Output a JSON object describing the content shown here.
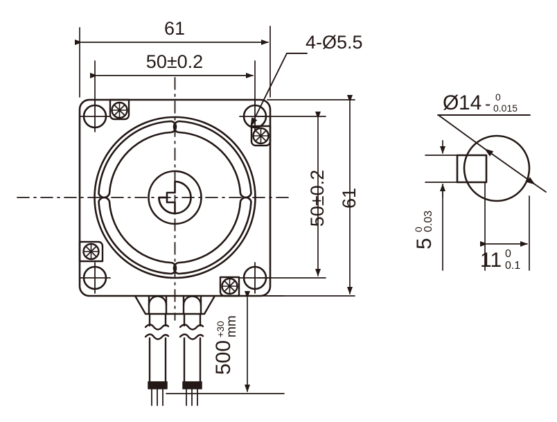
{
  "drawing": {
    "type": "engineering-dimension-drawing",
    "subject": "NEMA 24 stepper motor front view with shaft detail",
    "units": "mm"
  },
  "front_view": {
    "width_dimension": "61",
    "bolt_circle_horizontal": "50±0.2",
    "height_dimension": "61",
    "bolt_circle_vertical": "50±0.2",
    "hole_callout": "4-Ø5.5",
    "lead_length_value": "500",
    "lead_length_tolerance": "+30",
    "lead_length_unit": "mm"
  },
  "shaft_detail": {
    "diameter_symbol": "Ø",
    "diameter_value": "14",
    "diameter_sign": "-",
    "diameter_tol_upper": "0",
    "diameter_tol_lower": "0.015",
    "flat_depth_value": "5",
    "flat_depth_tol_upper": "0",
    "flat_depth_tol_lower": "0.03",
    "flat_length_value": "11",
    "flat_length_tol_upper": "0",
    "flat_length_tol_lower": "0.1"
  },
  "style": {
    "line_color": "#231815",
    "text_color": "#231815"
  }
}
